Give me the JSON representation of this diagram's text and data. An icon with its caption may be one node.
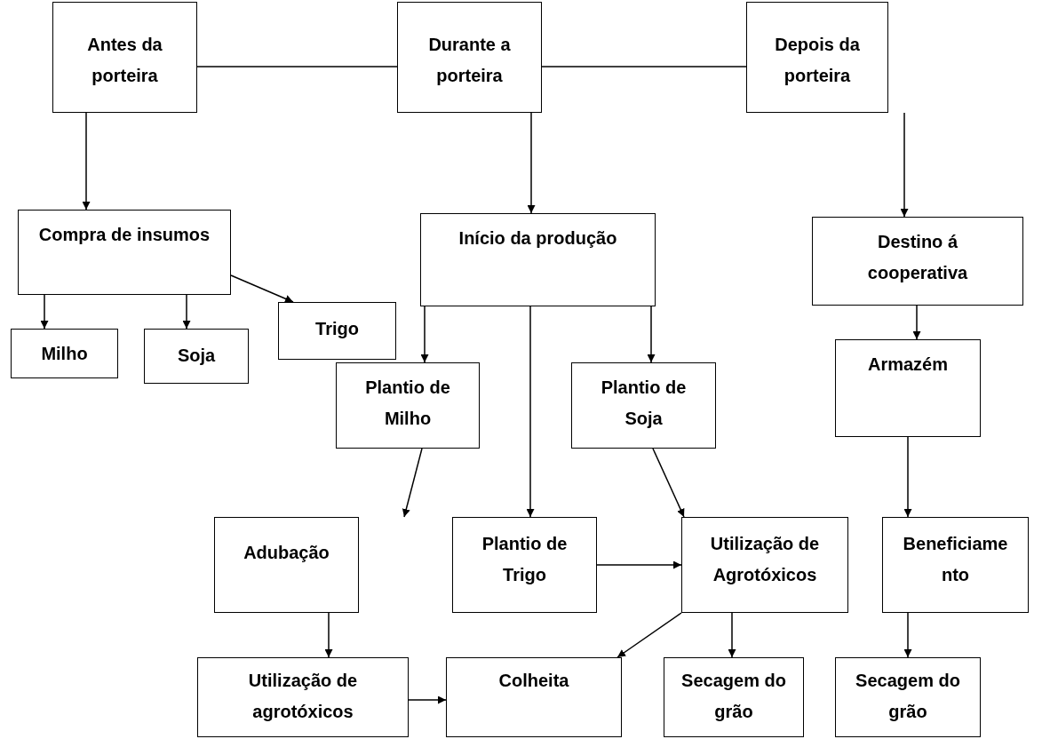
{
  "diagram": {
    "nodes": [
      {
        "text": [
          "Antes da porteira"
        ]
      },
      {
        "text": [
          "Durante a porteira"
        ]
      },
      {
        "text": [
          "Depois da porteira"
        ]
      },
      {
        "text": [
          "Compra de insumos"
        ]
      },
      {
        "text": [
          "Milho"
        ]
      },
      {
        "text": [
          "Soja"
        ]
      },
      {
        "text": [
          "Trigo"
        ]
      },
      {
        "text": [
          "Início da produção"
        ]
      },
      {
        "text": [
          "Destino á cooperativa"
        ]
      },
      {
        "text": [
          "Plantio de Milho"
        ]
      },
      {
        "text": [
          "Plantio de Soja"
        ]
      },
      {
        "text": [
          "Armazém"
        ]
      },
      {
        "text": [
          "Adubação"
        ]
      },
      {
        "text": [
          "Plantio de Trigo"
        ]
      },
      {
        "text": [
          "Utilização de Agrotóxicos"
        ]
      },
      {
        "text": [
          "Beneficiame nto"
        ]
      },
      {
        "text": [
          "Utilização de agrotóxicos"
        ]
      },
      {
        "text": [
          "Colheita"
        ]
      },
      {
        "text": [
          "Secagem do grão"
        ]
      },
      {
        "text": [
          "Secagem do grão"
        ]
      }
    ],
    "edges": [
      {
        "from": 0,
        "to": 1,
        "arrow": "none"
      },
      {
        "from": 1,
        "to": 2,
        "arrow": "none"
      },
      {
        "from": 0,
        "to": 3,
        "arrow": "to"
      },
      {
        "from": 1,
        "to": 7,
        "arrow": "to"
      },
      {
        "from": 2,
        "to": 8,
        "arrow": "to"
      },
      {
        "from": 3,
        "to": 4,
        "arrow": "to"
      },
      {
        "from": 3,
        "to": 5,
        "arrow": "to"
      },
      {
        "from": 3,
        "to": 6,
        "arrow": "to"
      },
      {
        "from": 7,
        "to": 9,
        "arrow": "to"
      },
      {
        "from": 7,
        "to": 13,
        "arrow": "to"
      },
      {
        "from": 7,
        "to": 10,
        "arrow": "to"
      },
      {
        "from": 9,
        "to": 12,
        "arrow": "to"
      },
      {
        "from": 10,
        "to": 14,
        "arrow": "to"
      },
      {
        "from": 13,
        "to": 14,
        "arrow": "to"
      },
      {
        "from": 12,
        "to": 16,
        "arrow": "to"
      },
      {
        "from": 14,
        "to": 17,
        "arrow": "to"
      },
      {
        "from": 14,
        "to": 18,
        "arrow": "to"
      },
      {
        "from": 16,
        "to": 17,
        "arrow": "to"
      },
      {
        "from": 8,
        "to": 11,
        "arrow": "to"
      },
      {
        "from": 11,
        "to": 15,
        "arrow": "to"
      },
      {
        "from": 15,
        "to": 19,
        "arrow": "to"
      }
    ]
  }
}
